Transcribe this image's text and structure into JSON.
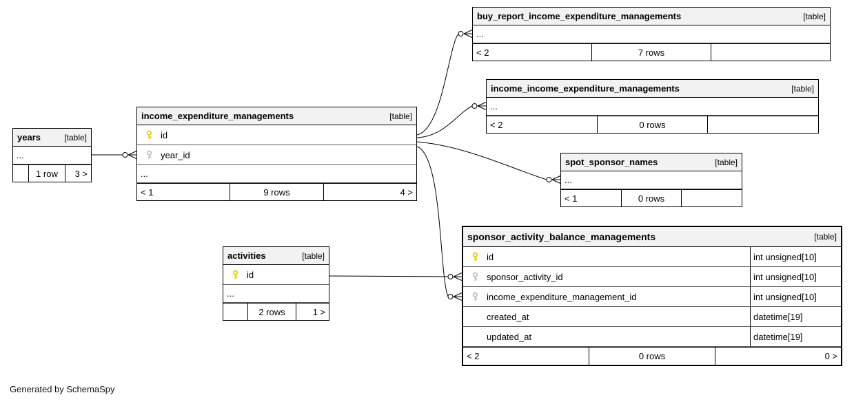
{
  "diagram": {
    "generated_by": "Generated by SchemaSpy"
  },
  "colors": {
    "primary_key": "#e8cb00",
    "foreign_key": "#c0c0c0",
    "header_background": "#f2f2f2",
    "table_border": "#000000"
  },
  "tables": {
    "years": {
      "title": "years",
      "tag": "[table]",
      "ellipsis": "...",
      "footer": {
        "paging_left": "",
        "rows": "1 row",
        "paging_right": "3 >"
      }
    },
    "income_expenditure_managements": {
      "title": "income_expenditure_managements",
      "tag": "[table]",
      "ellipsis": "...",
      "columns": [
        {
          "name": "id",
          "key": "primary"
        },
        {
          "name": "year_id",
          "key": "foreign"
        }
      ],
      "footer": {
        "paging_left": "< 1",
        "rows": "9 rows",
        "paging_right": "4 >"
      }
    },
    "buy_report_income_expenditure_managements": {
      "title": "buy_report_income_expenditure_managements",
      "tag": "[table]",
      "ellipsis": "...",
      "footer": {
        "paging_left": "< 2",
        "rows": "7 rows",
        "paging_right": ""
      }
    },
    "income_income_expenditure_managements": {
      "title": "income_income_expenditure_managements",
      "tag": "[table]",
      "ellipsis": "...",
      "footer": {
        "paging_left": "< 2",
        "rows": "0 rows",
        "paging_right": ""
      }
    },
    "spot_sponsor_names": {
      "title": "spot_sponsor_names",
      "tag": "[table]",
      "ellipsis": "...",
      "footer": {
        "paging_left": "< 1",
        "rows": "0 rows",
        "paging_right": ""
      }
    },
    "sponsor_activity_balance_managements": {
      "title": "sponsor_activity_balance_managements",
      "tag": "[table]",
      "columns": [
        {
          "name": "id",
          "key": "primary",
          "type": "int unsigned[10]"
        },
        {
          "name": "sponsor_activity_id",
          "key": "foreign",
          "type": "int unsigned[10]"
        },
        {
          "name": "income_expenditure_management_id",
          "key": "foreign",
          "type": "int unsigned[10]"
        },
        {
          "name": "created_at",
          "key": "",
          "type": "datetime[19]"
        },
        {
          "name": "updated_at",
          "key": "",
          "type": "datetime[19]"
        }
      ],
      "footer": {
        "paging_left": "< 2",
        "rows": "0 rows",
        "paging_right": "0 >"
      }
    },
    "activities": {
      "title": "activities",
      "tag": "[table]",
      "ellipsis": "...",
      "columns": [
        {
          "name": "id",
          "key": "primary"
        }
      ],
      "footer": {
        "paging_left": "",
        "rows": "2 rows",
        "paging_right": "1 >"
      }
    }
  }
}
